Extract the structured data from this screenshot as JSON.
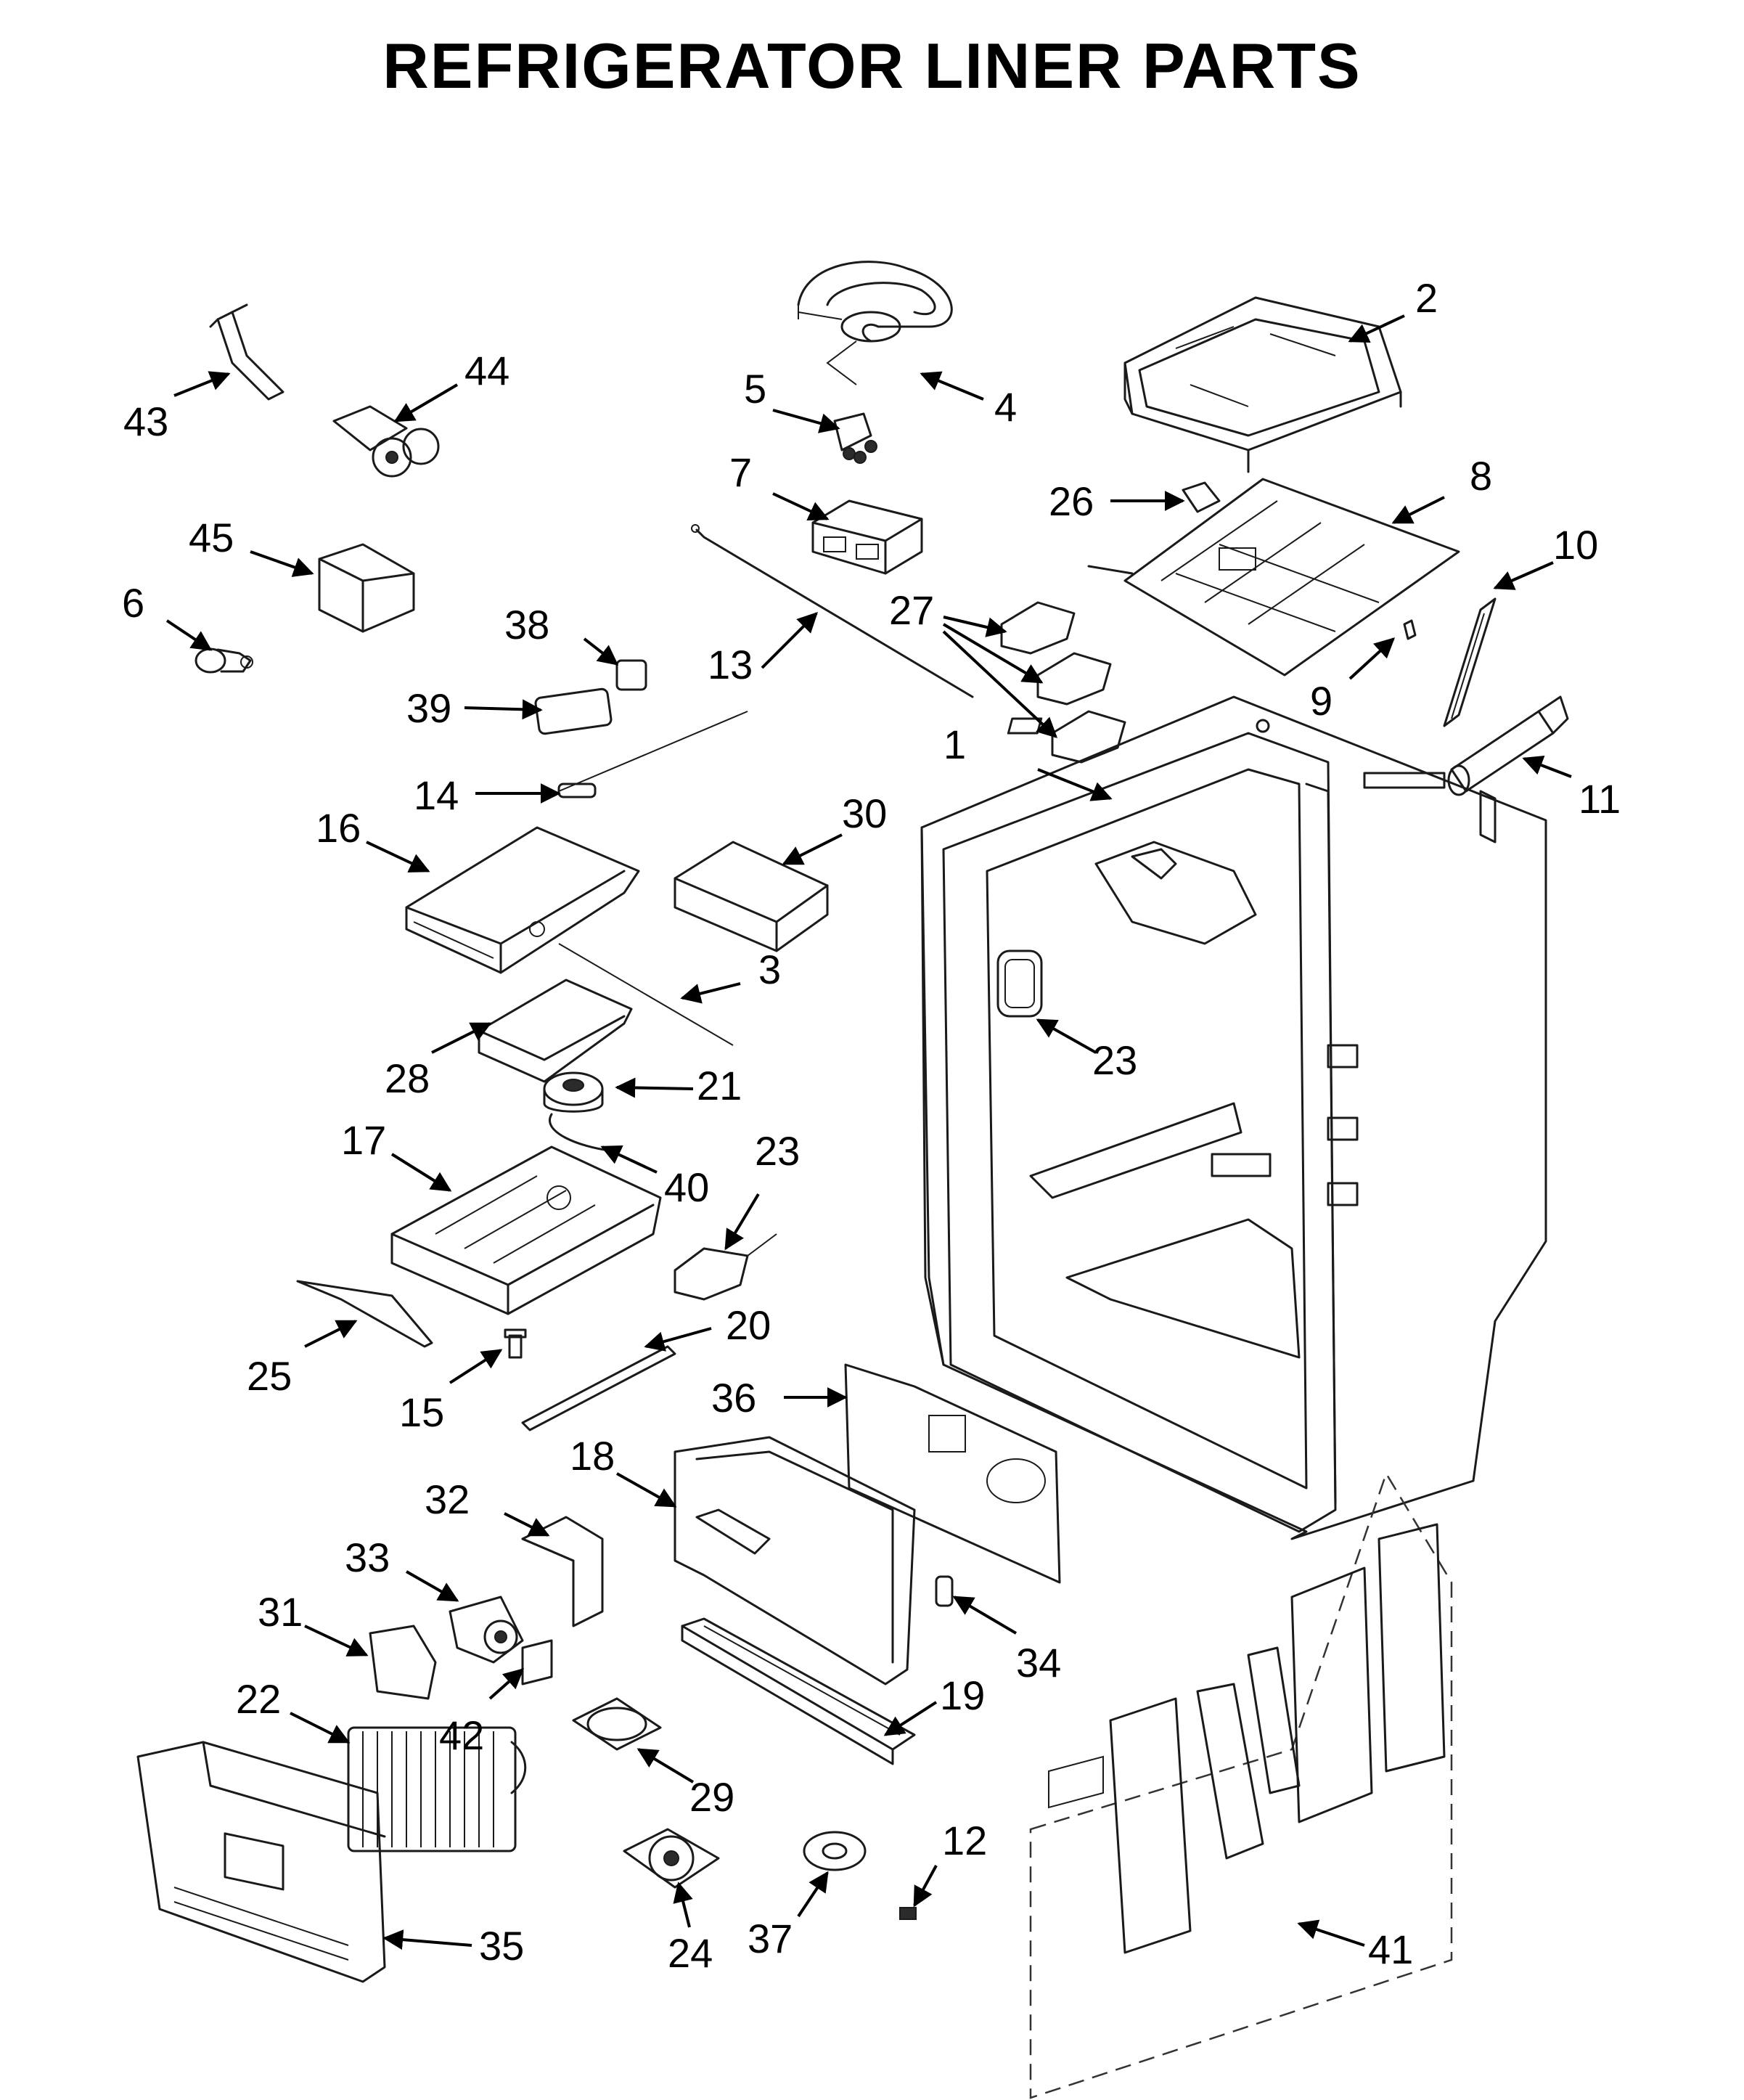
{
  "title": "REFRIGERATOR LINER PARTS",
  "callouts": [
    {
      "id": "c1",
      "label": "1"
    },
    {
      "id": "c2",
      "label": "2"
    },
    {
      "id": "c3",
      "label": "3"
    },
    {
      "id": "c4",
      "label": "4"
    },
    {
      "id": "c5",
      "label": "5"
    },
    {
      "id": "c6",
      "label": "6"
    },
    {
      "id": "c7",
      "label": "7"
    },
    {
      "id": "c8",
      "label": "8"
    },
    {
      "id": "c9",
      "label": "9"
    },
    {
      "id": "c10",
      "label": "10"
    },
    {
      "id": "c11",
      "label": "11"
    },
    {
      "id": "c12",
      "label": "12"
    },
    {
      "id": "c13",
      "label": "13"
    },
    {
      "id": "c14",
      "label": "14"
    },
    {
      "id": "c15",
      "label": "15"
    },
    {
      "id": "c16",
      "label": "16"
    },
    {
      "id": "c17",
      "label": "17"
    },
    {
      "id": "c18",
      "label": "18"
    },
    {
      "id": "c19",
      "label": "19"
    },
    {
      "id": "c20",
      "label": "20"
    },
    {
      "id": "c21",
      "label": "21"
    },
    {
      "id": "c22",
      "label": "22"
    },
    {
      "id": "c23a",
      "label": "23"
    },
    {
      "id": "c23b",
      "label": "23"
    },
    {
      "id": "c24",
      "label": "24"
    },
    {
      "id": "c25",
      "label": "25"
    },
    {
      "id": "c26",
      "label": "26"
    },
    {
      "id": "c27",
      "label": "27"
    },
    {
      "id": "c28",
      "label": "28"
    },
    {
      "id": "c29",
      "label": "29"
    },
    {
      "id": "c30",
      "label": "30"
    },
    {
      "id": "c31",
      "label": "31"
    },
    {
      "id": "c32",
      "label": "32"
    },
    {
      "id": "c33",
      "label": "33"
    },
    {
      "id": "c34",
      "label": "34"
    },
    {
      "id": "c35",
      "label": "35"
    },
    {
      "id": "c36",
      "label": "36"
    },
    {
      "id": "c37",
      "label": "37"
    },
    {
      "id": "c38",
      "label": "38"
    },
    {
      "id": "c39",
      "label": "39"
    },
    {
      "id": "c40",
      "label": "40"
    },
    {
      "id": "c41",
      "label": "41"
    },
    {
      "id": "c42",
      "label": "42"
    },
    {
      "id": "c43",
      "label": "43"
    },
    {
      "id": "c44",
      "label": "44"
    },
    {
      "id": "c45",
      "label": "45"
    }
  ]
}
